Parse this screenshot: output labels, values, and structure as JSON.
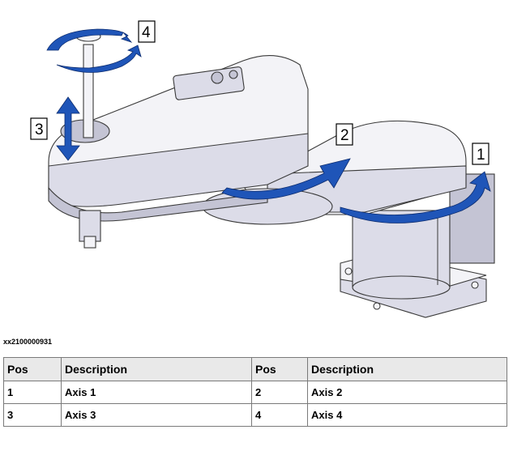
{
  "figure": {
    "callouts": [
      "1",
      "2",
      "3",
      "4"
    ],
    "figure_id": "xx2100000931"
  },
  "table": {
    "headers": [
      "Pos",
      "Description",
      "Pos",
      "Description"
    ],
    "rows": [
      [
        "1",
        "Axis 1",
        "2",
        "Axis 2"
      ],
      [
        "3",
        "Axis 3",
        "4",
        "Axis 4"
      ]
    ]
  },
  "colors": {
    "arrow": "#1f55b8",
    "header_bg": "#e9e9e9"
  }
}
